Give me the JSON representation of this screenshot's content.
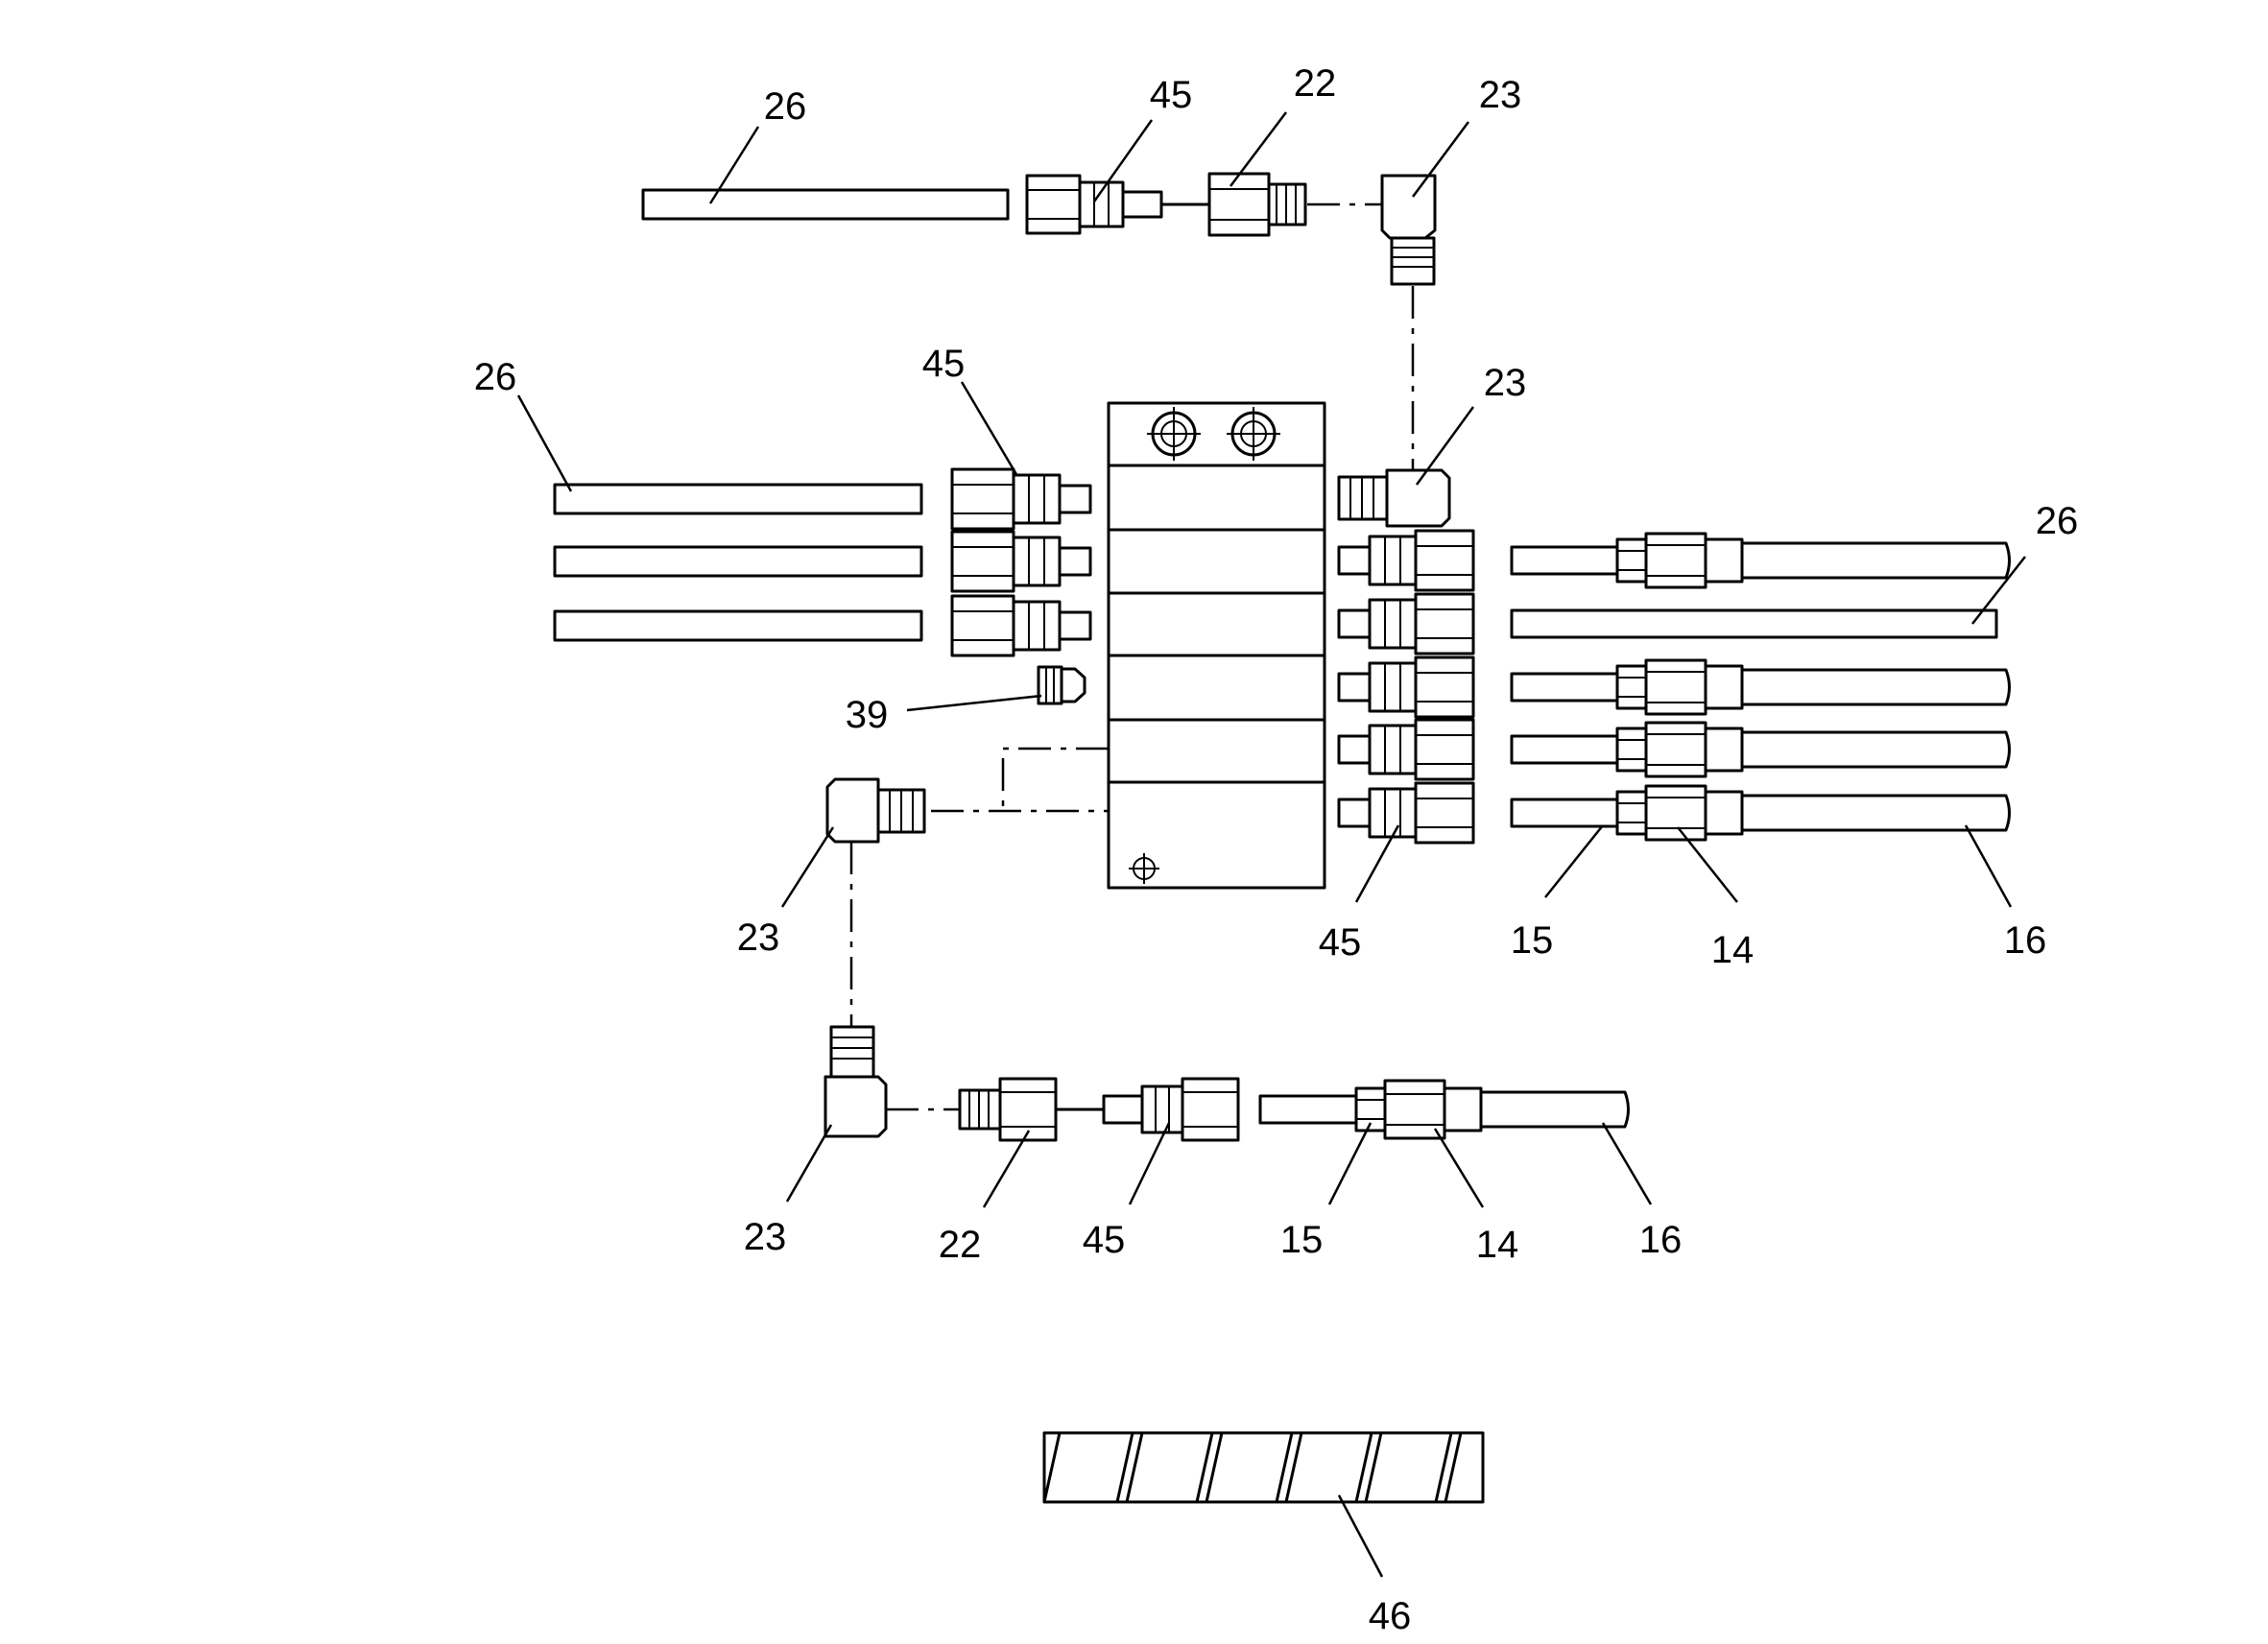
{
  "diagram": {
    "callouts": [
      {
        "id": "c01",
        "text": "26"
      },
      {
        "id": "c02",
        "text": "45"
      },
      {
        "id": "c03",
        "text": "22"
      },
      {
        "id": "c04",
        "text": "23"
      },
      {
        "id": "c05",
        "text": "26"
      },
      {
        "id": "c06",
        "text": "45"
      },
      {
        "id": "c07",
        "text": "23"
      },
      {
        "id": "c08",
        "text": "26"
      },
      {
        "id": "c09",
        "text": "39"
      },
      {
        "id": "c10",
        "text": "23"
      },
      {
        "id": "c11",
        "text": "45"
      },
      {
        "id": "c12",
        "text": "15"
      },
      {
        "id": "c13",
        "text": "14"
      },
      {
        "id": "c14",
        "text": "16"
      },
      {
        "id": "c15",
        "text": "23"
      },
      {
        "id": "c16",
        "text": "22"
      },
      {
        "id": "c17",
        "text": "45"
      },
      {
        "id": "c18",
        "text": "15"
      },
      {
        "id": "c19",
        "text": "14"
      },
      {
        "id": "c20",
        "text": "16"
      },
      {
        "id": "c21",
        "text": "46"
      }
    ]
  }
}
